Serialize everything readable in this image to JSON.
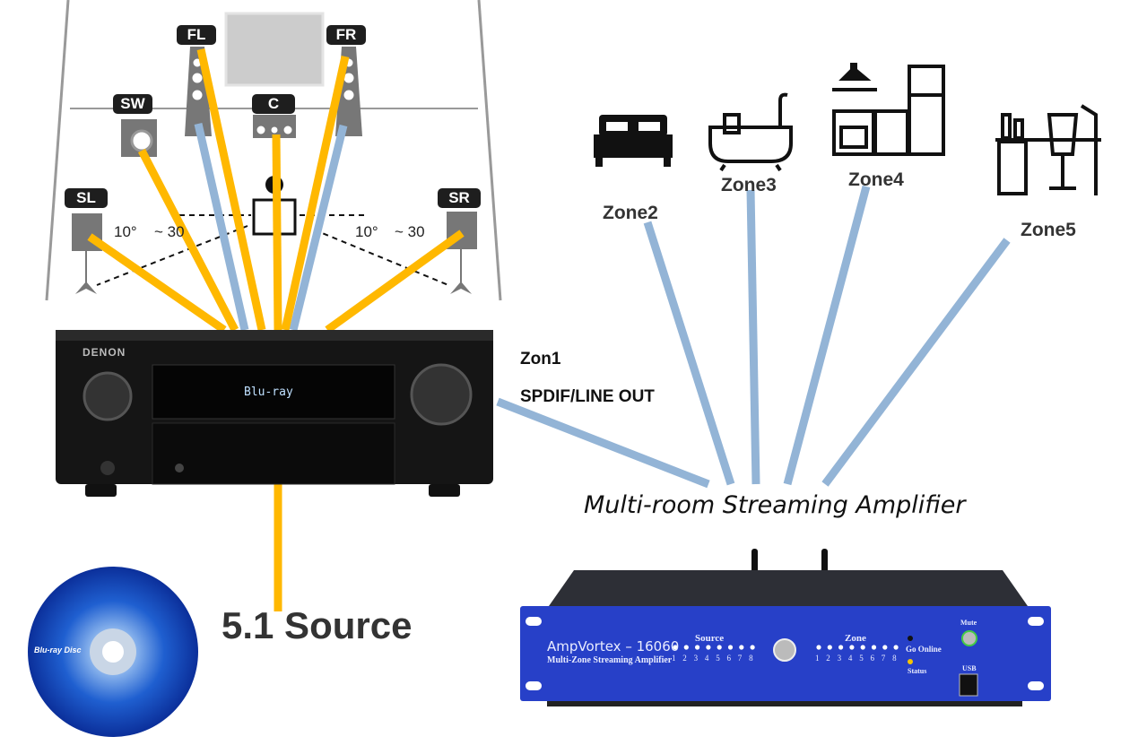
{
  "room": {
    "speakers": [
      {
        "id": "FL",
        "label": "FL"
      },
      {
        "id": "FR",
        "label": "FR"
      },
      {
        "id": "SW",
        "label": "SW"
      },
      {
        "id": "C",
        "label": "C"
      },
      {
        "id": "SL",
        "label": "SL"
      },
      {
        "id": "SR",
        "label": "SR"
      }
    ],
    "angles": {
      "left_a": "10°",
      "left_b": "~ 30",
      "right_a": "10°",
      "right_b": "~ 30"
    }
  },
  "receiver": {
    "brand": "DENON",
    "display": "Blu-ray"
  },
  "zones": [
    {
      "label": "Zone2",
      "icon": "bed-icon"
    },
    {
      "label": "Zone3",
      "icon": "bathtub-icon"
    },
    {
      "label": "Zone4",
      "icon": "kitchen-icon"
    },
    {
      "label": "Zone5",
      "icon": "desk-icon"
    }
  ],
  "connection": {
    "zone1": "Zon1",
    "output": "SPDIF/LINE OUT"
  },
  "amplifier": {
    "caption": "Multi-room Streaming Amplifier",
    "model": "AmpVortex – 16060",
    "subtitle": "Multi-Zone Streaming Amplifier",
    "source_label": "Source",
    "zone_label": "Zone",
    "channel_numbers": [
      "1",
      "2",
      "3",
      "4",
      "5",
      "6",
      "7",
      "8"
    ],
    "go_online": "Go Online",
    "status": "Status",
    "mute": "Mute",
    "usb": "USB"
  },
  "source": {
    "label": "5.1 Source",
    "disc_logo": "Blu-ray Disc"
  },
  "colors": {
    "speaker_wire": "#FFB800",
    "network_wire": "#93B4D6",
    "amp_panel": "#2740C8",
    "receiver": "#111111"
  }
}
